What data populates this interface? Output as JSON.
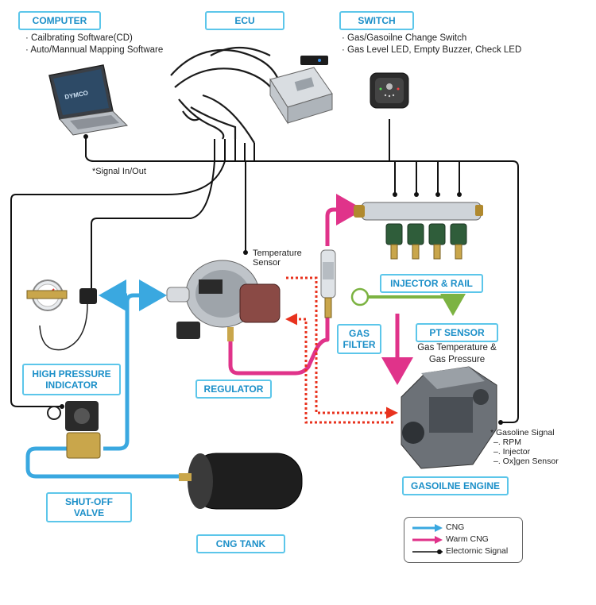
{
  "computer": {
    "title": "COMPUTER",
    "features": [
      "· Cailbrating Software(CD)",
      "· Auto/Mannual Mapping Software"
    ],
    "laptop_brand": "DYMCO"
  },
  "ecu": {
    "title": "ECU"
  },
  "switch": {
    "title": "SWITCH",
    "features": [
      "· Gas/Gasoilne Change Switch",
      "· Gas Level LED, Empty Buzzer, Check LED"
    ]
  },
  "signal_label": "*Signal In/Out",
  "temperature_sensor_label": "Temperature\nSensor",
  "injector_rail": {
    "title": "INJECTOR & RAIL"
  },
  "gas_filter": {
    "title": "GAS\nFILTER"
  },
  "pt_sensor": {
    "title": "PT SENSOR",
    "description": "Gas Temperature &\nGas Pressure"
  },
  "high_pressure_indicator": {
    "title": "HIGH PRESSURE\nINDICATOR"
  },
  "regulator": {
    "title": "REGULATOR"
  },
  "engine": {
    "title": "GASOILNE ENGINE",
    "signals": [
      "* Gasoline Signal",
      "–. RPM",
      "–. Injector",
      "–. Ox]gen Sensor"
    ]
  },
  "shutoff_valve": {
    "title": "SHUT-OFF\nVALVE"
  },
  "cng_tank": {
    "title": "CNG TANK"
  },
  "legend": {
    "items": [
      {
        "label": "CNG",
        "color": "#3aa8e0",
        "style": "arrow"
      },
      {
        "label": "Warm CNG",
        "color": "#e0338a",
        "style": "arrow"
      },
      {
        "label": "Electornic Signal",
        "color": "#111111",
        "style": "dot-line"
      }
    ]
  },
  "colors": {
    "cng": "#3aa8e0",
    "warm_cng": "#e0338a",
    "signal": "#111111",
    "coolant": "#e8321e",
    "pt_sensor_link": "#7cb342",
    "label_border": "#5cc6ea",
    "label_text": "#1b8fc8"
  }
}
